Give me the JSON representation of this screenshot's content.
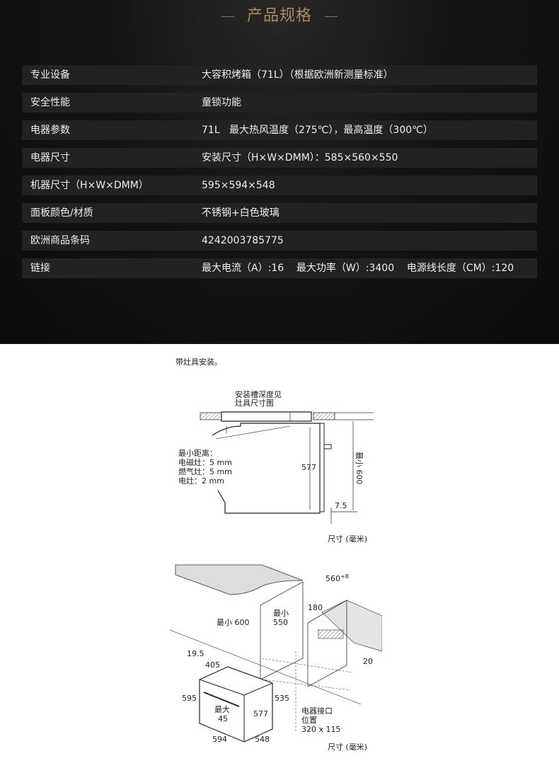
{
  "title": "产品规格",
  "specs": [
    {
      "label": "专业设备",
      "value": "大容积烤箱（71L）（根据欧洲新测量标准）"
    },
    {
      "label": "安全性能",
      "value": "童锁功能"
    },
    {
      "label": "电器参数",
      "value": "71L   最大热风温度（275℃），最高温度（300℃）"
    },
    {
      "label": "电器尺寸",
      "value": "安装尺寸（H×W×DMM）：585×560×550"
    },
    {
      "label": "机器尺寸（H×W×DMM）",
      "value": "595×594×548"
    },
    {
      "label": "面板颜色/材质",
      "value": "不锈钢+白色玻璃"
    },
    {
      "label": "欧洲商品条码",
      "value": "4242003785775"
    },
    {
      "label": "链接",
      "value": "最大电流（A）:16    最大功率（W）:3400    电源线长度（CM）:120"
    }
  ],
  "diagram1": {
    "caption": "带灶具安装。",
    "groove_note_1": "安装槽深度见",
    "groove_note_2": "灶具尺寸图",
    "min_dist_title": "最小距离：",
    "induction": "电磁灶：5 mm",
    "gas": "燃气灶：5 mm",
    "electric": "电灶：2 mm",
    "height_577": "577",
    "min_600": "最小 600",
    "gap_7_5": "7.5",
    "unit": "尺寸 (毫米)"
  },
  "diagram2": {
    "width_560": "560",
    "width_560_tol": "+8",
    "min_600": "最小 600",
    "min_label": "最小",
    "depth_550": "550",
    "d_180": "180",
    "d_20": "20",
    "d_19_5": "19.5",
    "d_405": "405",
    "d_595": "595",
    "max_label": "最大",
    "d_45": "45",
    "d_577": "577",
    "d_535": "535",
    "d_594": "594",
    "d_548": "548",
    "conn_1": "电器接口",
    "conn_2": "位置",
    "conn_3": "320 x 115",
    "unit": "尺寸 (毫米)"
  }
}
